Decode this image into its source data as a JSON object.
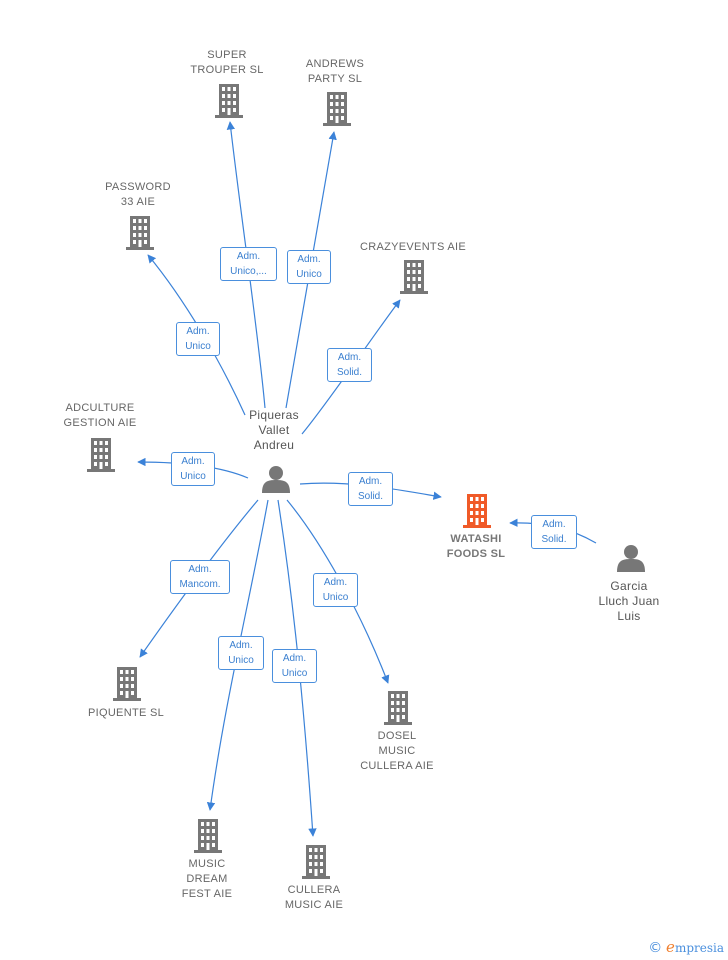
{
  "colors": {
    "edge": "#3b82d8",
    "building": "#777777",
    "building_focus": "#f05a28",
    "person": "#777777"
  },
  "nodes": {
    "super_trouper": {
      "label": "SUPER\nTROUPER  SL",
      "icon": "building-icon"
    },
    "andrews_party": {
      "label": "ANDREWS\nPARTY  SL",
      "icon": "building-icon"
    },
    "password33": {
      "label": "PASSWORD\n33  AIE",
      "icon": "building-icon"
    },
    "crazyevents": {
      "label": "CRAZYEVENTS AIE",
      "icon": "building-icon"
    },
    "adculture": {
      "label": "ADCULTURE\nGESTION  AIE",
      "icon": "building-icon"
    },
    "piqueras": {
      "label": "Piqueras\nVallet\nAndreu",
      "icon": "person-icon"
    },
    "watashi": {
      "label": "WATASHI\nFOODS  SL",
      "icon": "building-icon"
    },
    "garcia": {
      "label": "Garcia\nLluch Juan\nLuis",
      "icon": "person-icon"
    },
    "piquente": {
      "label": "PIQUENTE  SL",
      "icon": "building-icon"
    },
    "dosel": {
      "label": "DOSEL\nMUSIC\nCULLERA  AIE",
      "icon": "building-icon"
    },
    "music_dream": {
      "label": "MUSIC\nDREAM\nFEST  AIE",
      "icon": "building-icon"
    },
    "cullera_music": {
      "label": "CULLERA\nMUSIC  AIE",
      "icon": "building-icon"
    }
  },
  "edges": {
    "e_super_trouper": {
      "label": "Adm.\nUnico,..."
    },
    "e_andrews_party": {
      "label": "Adm.\nUnico"
    },
    "e_password33": {
      "label": "Adm.\nUnico"
    },
    "e_crazyevents": {
      "label": "Adm.\nSolid."
    },
    "e_adculture": {
      "label": "Adm.\nUnico"
    },
    "e_watashi_piqueras": {
      "label": "Adm.\nSolid."
    },
    "e_watashi_garcia": {
      "label": "Adm.\nSolid."
    },
    "e_piquente": {
      "label": "Adm.\nMancom."
    },
    "e_dosel": {
      "label": "Adm.\nUnico"
    },
    "e_music_dream": {
      "label": "Adm.\nUnico"
    },
    "e_cullera_music": {
      "label": "Adm.\nUnico"
    }
  },
  "footer": {
    "copyright": "©",
    "brand_initial": "e",
    "brand_rest": "mpresia"
  }
}
